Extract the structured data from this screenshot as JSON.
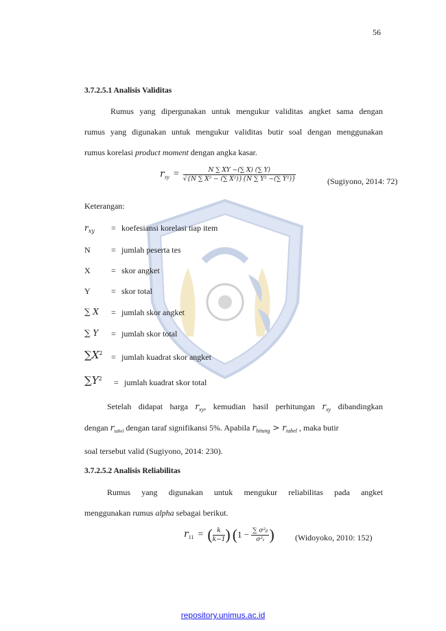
{
  "page_number": "56",
  "section1": {
    "heading": "3.7.2.5.1   Analisis Validitas",
    "para_line1": "Rumus yang dipergunakan untuk mengukur validitas angket sama dengan",
    "para_line2": "rumus yang digunakan untuk mengukur validitas butir soal dengan menggunakan",
    "para_line3_pre": "rumus korelasi ",
    "para_line3_em": "product moment",
    "para_line3_post": " dengan angka kasar.",
    "formula": {
      "lhs": "r",
      "lhs_sub": "xy",
      "equals": "=",
      "numerator": "N ∑ XY −(∑ X) (∑ Y)",
      "denominator": "√{N ∑ X² − (∑ X²)}{N ∑ Y² −(∑ Y²)}",
      "citation": "(Sugiyono, 2014: 72)"
    },
    "keterangan_label": "Keterangan:",
    "definitions": [
      {
        "symbol": "r",
        "symbol_sub": "xy",
        "eq": "=",
        "text": "koefesiansi korelasi tiap item"
      },
      {
        "symbol": "N",
        "symbol_sub": "",
        "eq": "=",
        "text": "jumlah peserta tes"
      },
      {
        "symbol": "X",
        "symbol_sub": "",
        "eq": "=",
        "text": "skor angket"
      },
      {
        "symbol": "Y",
        "symbol_sub": "",
        "eq": "=",
        "text": "skor total"
      },
      {
        "symbol": "∑ X",
        "symbol_sub": "",
        "eq": "=",
        "text": "jumlah skor angket"
      },
      {
        "symbol": "∑ Y",
        "symbol_sub": "",
        "eq": "=",
        "text": "jumlah skor total"
      },
      {
        "symbol": "∑X",
        "symbol_sup": "2",
        "eq": "=",
        "text": "jumlah kuadrat skor angket"
      },
      {
        "symbol": "∑Y",
        "symbol_sup": "2",
        "eq": "=",
        "text": "jumlah kuadrat skor total"
      }
    ],
    "after_line1": {
      "w1": "Setelah",
      "w2": "didapat",
      "w3": "harga",
      "r1": "r",
      "r1_sub": "xy",
      "comma": ",",
      "w4": "kemudian",
      "w5": "hasil",
      "w6": "perhitungan",
      "r2": "r",
      "r2_sub": "xy",
      "w7": "dibandingkan"
    },
    "after_line2": {
      "pre": "dengan ",
      "r_tabel": "r",
      "r_tabel_sub": "tabel",
      "mid": " dengan taraf signifikansi 5%.  Apabila ",
      "r_hitung": "r",
      "r_hitung_sub": "hitung",
      "gt": " > ",
      "r_tabel2": "r",
      "r_tabel2_sub": "tabel",
      "post": " , maka butir"
    },
    "after_line3": "soal tersebut valid (Sugiyono, 2014: 230)."
  },
  "section2": {
    "heading": "3.7.2.5.2   Analisis Reliabilitas",
    "para_line1_words": [
      "Rumus",
      "yang",
      "digunakan",
      "untuk",
      "mengukur",
      "reliabilitas",
      "pada",
      "angket"
    ],
    "para_line2_pre": "menggunakan rumus ",
    "para_line2_em": "alpha",
    "para_line2_post": " sebagai berikut.",
    "formula": {
      "lhs": "r",
      "lhs_sub": "11",
      "equals": "=",
      "frac1_num": "k",
      "frac1_den": "k−1",
      "one_minus": "1 −",
      "frac2_num": "∑ σ²ᵦ",
      "frac2_den": "σ²ₜ",
      "citation": "(Widoyoko, 2010: 152)"
    }
  },
  "footer": "repository.unimus.ac.id",
  "colors": {
    "text": "#1a1a1a",
    "link": "#1a1aee",
    "watermark_blue": "#3d5fa8",
    "watermark_gold": "#d9b43a"
  }
}
